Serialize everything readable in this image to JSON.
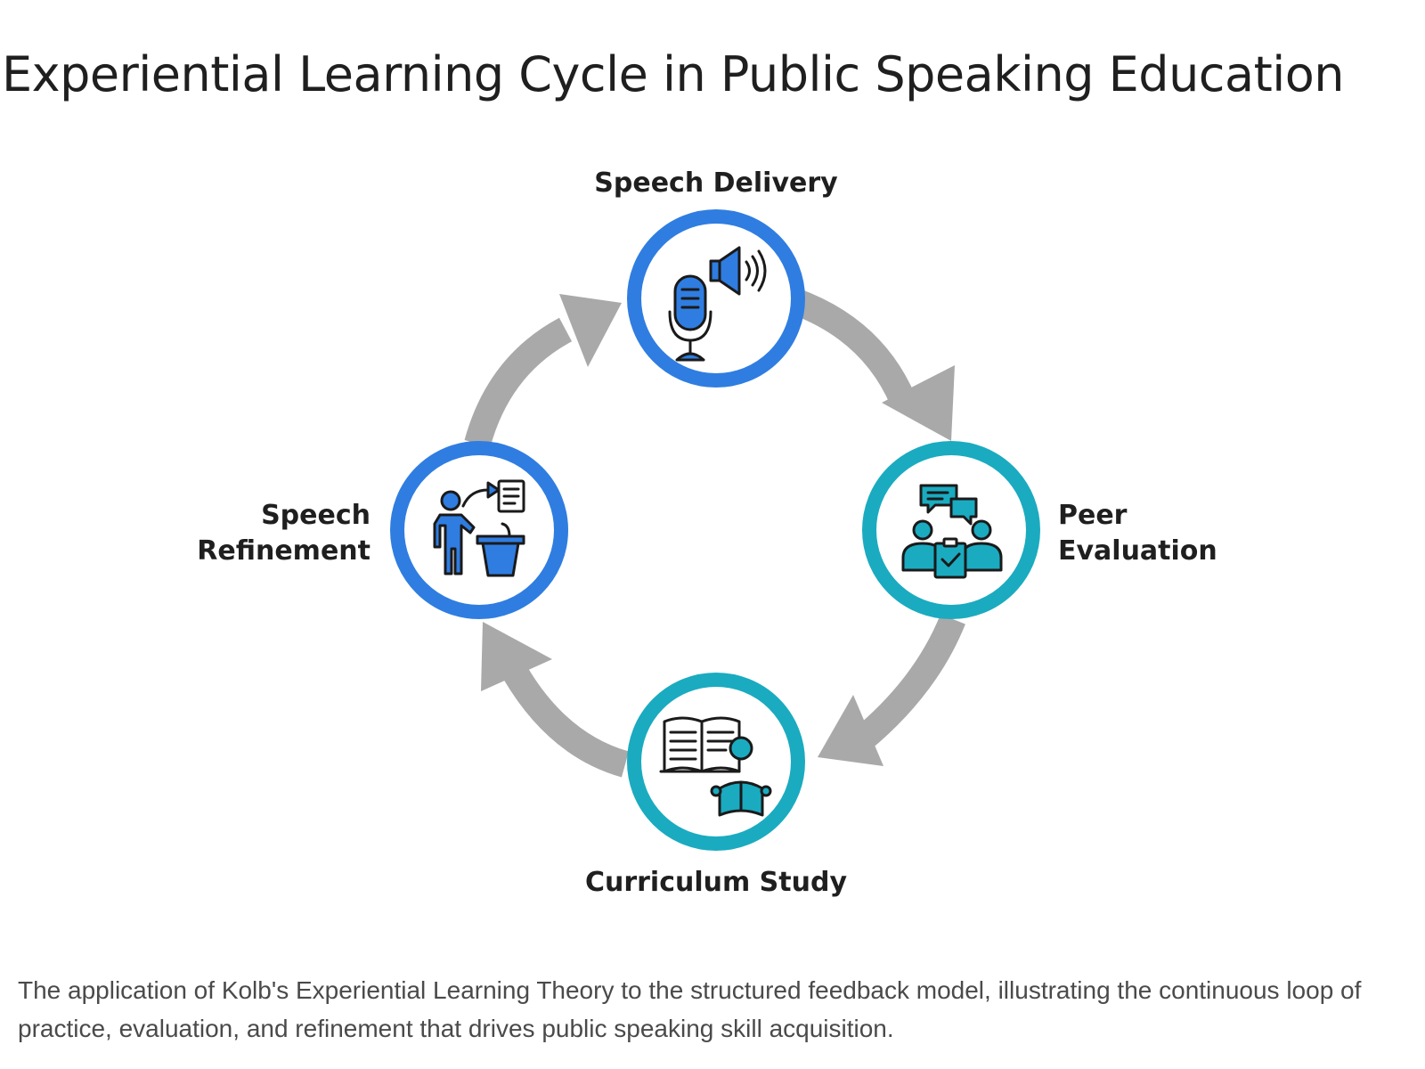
{
  "title": "Experiential Learning Cycle in Public Speaking Education",
  "nodes": [
    {
      "label": "Speech Delivery",
      "icon": "microphone-speaker-icon",
      "color": "#2f7de1"
    },
    {
      "label_line1": "Peer",
      "label_line2": "Evaluation",
      "icon": "peer-feedback-icon",
      "color": "#1aabc0"
    },
    {
      "label": "Curriculum Study",
      "icon": "reading-study-icon",
      "color": "#1aabc0"
    },
    {
      "label_line1": "Speech",
      "label_line2": "Refinement",
      "icon": "speaker-podium-icon",
      "color": "#2f7de1"
    }
  ],
  "arrow_color": "#a9a9a9",
  "icon_stroke_color": "#1a1a1a",
  "caption": "The application of Kolb's Experiential Learning Theory to the structured feedback model, illustrating the continuous loop of practice, evaluation, and refinement that drives public speaking skill acquisition."
}
